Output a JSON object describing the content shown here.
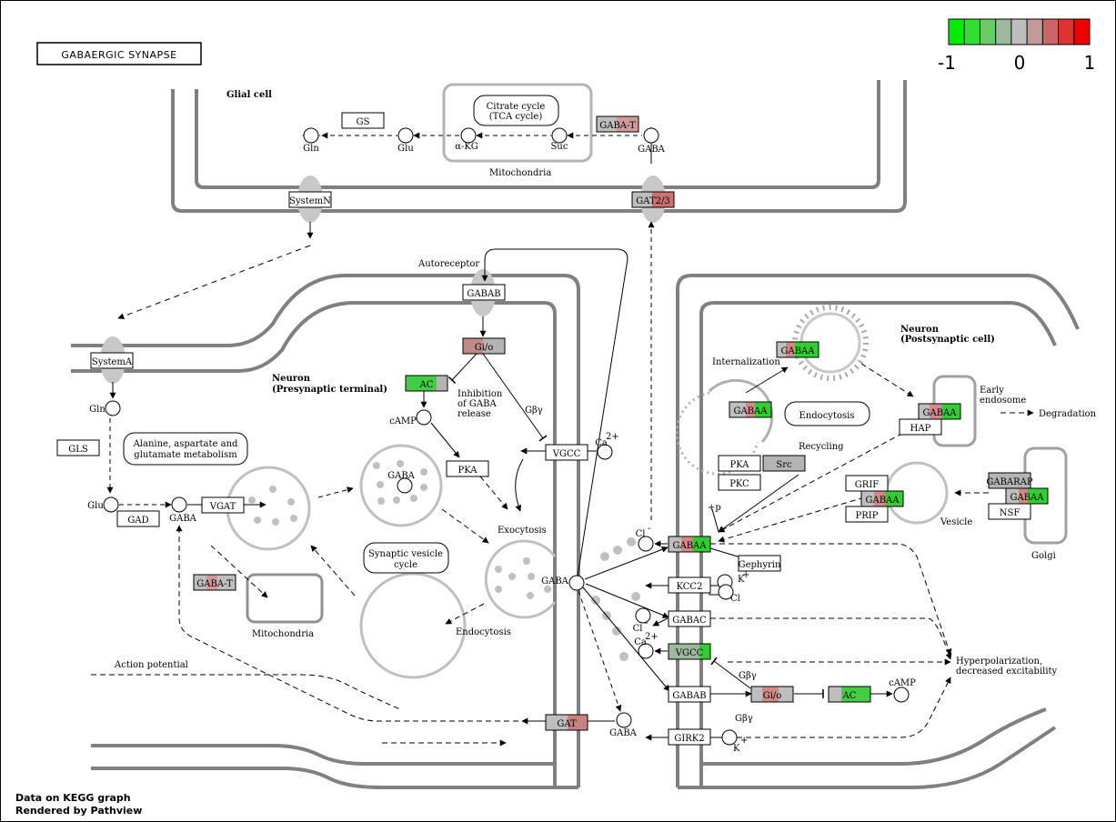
{
  "title": "GABAERGIC SYNAPSE",
  "legend": {
    "tick_labels": [
      "-1",
      "0",
      "1"
    ],
    "colors": [
      "#00ee00",
      "#33dd33",
      "#66cc66",
      "#99bb99",
      "#bebebe",
      "#c39999",
      "#cc6666",
      "#dd3333",
      "#ee0000"
    ]
  },
  "footer": {
    "line1": "Data on KEGG graph",
    "line2": "Rendered by Pathview"
  },
  "compartments": {
    "glial_cell": "Glial cell",
    "mitochondria_glial": "Mitochondria",
    "neuron_pre_line1": "Neuron",
    "neuron_pre_line2": "(Presynaptic terminal)",
    "neuron_post_line1": "Neuron",
    "neuron_post_line2": "(Postsynaptic cell)",
    "mitochondria_pre": "Mitochondria",
    "golgi": "Golgi",
    "vesicle": "Vesicle"
  },
  "pathways": {
    "tca_line1": "Citrate cycle",
    "tca_line2": "(TCA cycle)",
    "ala_line1": "Alanine, aspartate and",
    "ala_line2": "glutamate metabolism",
    "svc_line1": "Synaptic vesicle",
    "svc_line2": "cycle",
    "endocytosis": "Endocytosis"
  },
  "genes": {
    "gs": "GS",
    "gaba_t_glial": "GABA-T",
    "gat23": "GAT2/3",
    "system_n": "SystemN",
    "system_a": "SystemA",
    "gls": "GLS",
    "gad": "GAD",
    "vgat": "VGAT",
    "gaba_t_pre": "GABA-T",
    "gabab_pre": "GABAB",
    "gio_pre": "Gi/o",
    "ac_pre": "AC",
    "pka_pre": "PKA",
    "vgcc_pre": "VGCC",
    "gat": "GAT",
    "gabaa_int": "GABAA",
    "gabaa_pit": "GABAA",
    "gabaa_endo": "GABAA",
    "hap": "HAP",
    "pka_post": "PKA",
    "src": "Src",
    "pkc": "PKC",
    "grif": "GRIF",
    "gabaa_ves": "GABAA",
    "prip": "PRIP",
    "gabarap": "GABARAP",
    "gabaa_golgi": "GABAA",
    "nsf": "NSF",
    "gabaa_main": "GABAA",
    "gephyrin": "Gephyrin",
    "kcc2": "KCC2",
    "gabac": "GABAC",
    "vgcc_post": "VGCC",
    "gabab_post": "GABAB",
    "gio_post": "Gi/o",
    "ac_post": "AC",
    "girk2": "GIRK2"
  },
  "compounds": {
    "gln_glial": "Gln",
    "glu_glial": "Glu",
    "akg": "α-KG",
    "suc": "Suc",
    "gaba_glial": "GABA",
    "gln_pre": "Gln",
    "glu_pre": "Glu",
    "gaba_pre": "GABA",
    "gaba_vesicle": "GABA",
    "camp_pre": "cAMP",
    "ca_pre": "Ca",
    "ca_pre_sup": "2+",
    "gaba_cleft": "GABA",
    "gaba_bottom": "GABA",
    "cl_1": "Cl",
    "cl_1_sup": "-",
    "k_1": "K",
    "k_1_sup": "+",
    "cl_2": "Cl",
    "cl_3": "Cl",
    "cl_3_sup": "-",
    "ca_post": "Ca",
    "ca_post_sup": "2+",
    "camp_post": "cAMP",
    "k_2": "K",
    "k_2_sup": "+"
  },
  "annotations": {
    "autoreceptor": "Autoreceptor",
    "inhibition_line1": "Inhibition",
    "inhibition_line2": "of GABA",
    "inhibition_line3": "release",
    "gbg_pre": "Gβγ",
    "exocytosis": "Exocytosis",
    "endocytosis_pre": "Endocytosis",
    "action_potential": "Action potential",
    "internalization": "Internalization",
    "endocytosis_post": "Endocytosis",
    "recycling": "Recycling",
    "early_line1": "Early",
    "early_line2": "endosome",
    "degradation": "Degradation",
    "plus_p": "+p",
    "hyper_line1": "Hyperpolarization,",
    "hyper_line2": "decreased excitability",
    "gbg_post1": "Gβγ",
    "gbg_post2": "Gβγ"
  }
}
